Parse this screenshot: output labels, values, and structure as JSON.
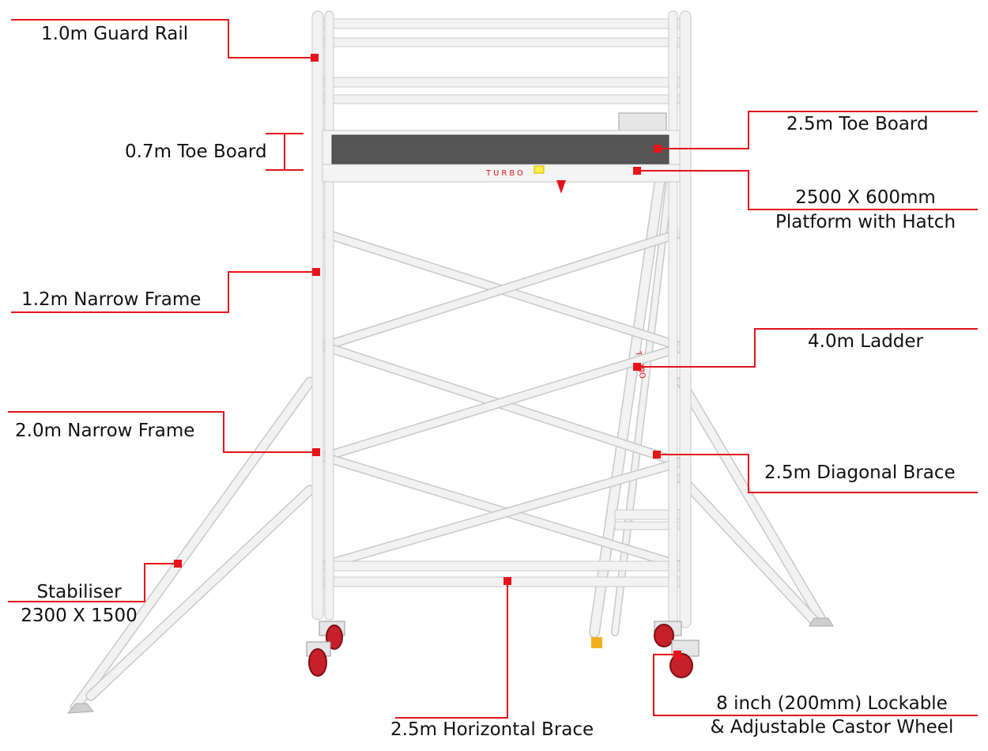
{
  "colors": {
    "leader": "#e3141c",
    "marker": "#e8121a",
    "tube": "#f2f2f2",
    "tube_edge": "#c9c9c9",
    "board": "#555555",
    "board_dark": "#3e3e3e",
    "wheel": "#c8202a",
    "label_text": "#111111"
  },
  "brand": {
    "platform_text": "TURBO",
    "ladder_text": "TURBO"
  },
  "labels": {
    "guard_rail": "1.0m Guard Rail",
    "toe_board_short": "0.7m Toe Board",
    "toe_board_long": "2.5m Toe Board",
    "platform_line1": "2500 X 600mm",
    "platform_line2": "Platform with Hatch",
    "narrow_frame_12": "1.2m Narrow Frame",
    "ladder": "4.0m Ladder",
    "narrow_frame_20": "2.0m Narrow Frame",
    "diagonal_brace": "2.5m Diagonal Brace",
    "stabiliser_line1": "Stabiliser",
    "stabiliser_line2": "2300 X 1500",
    "horizontal_brace": "2.5m Horizontal Brace",
    "castor_line1": "8 inch (200mm) Lockable",
    "castor_line2": "& Adjustable Castor Wheel"
  }
}
